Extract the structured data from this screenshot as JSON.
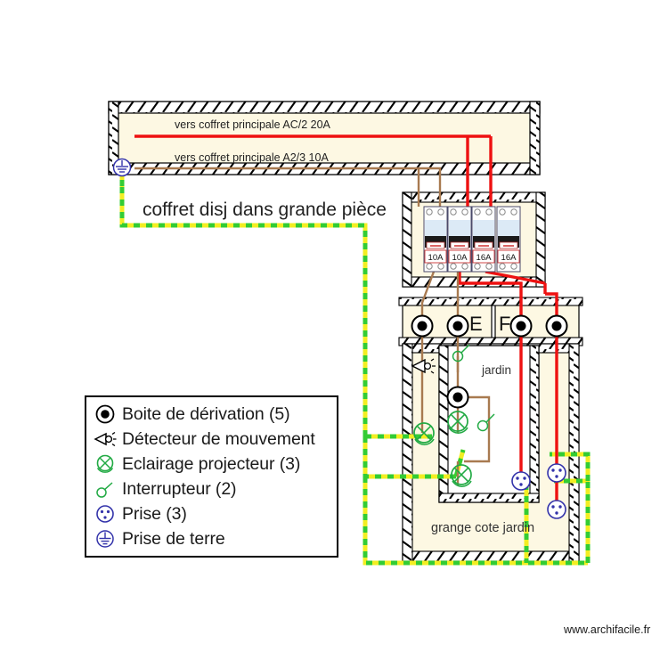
{
  "page": {
    "footer_url": "www.archifacile.fr",
    "bg_color": "#ffffff"
  },
  "colors": {
    "wire_red": "#ee1111",
    "wire_brown": "#a87a50",
    "wire_ground_green": "#33cc33",
    "wire_ground_yellow": "#f2ee22",
    "symbol_green": "#22aa44",
    "symbol_blue": "#3333aa",
    "room_fill": "#fdf8e3",
    "wall_stroke": "#000000"
  },
  "labels": {
    "coffret": "coffret disj dans grande pièce",
    "feed_ac": "vers coffret principale AC/2 20A",
    "feed_a23": "vers coffret principale A2/3 10A",
    "jardin": "jardin",
    "grange": "grange cote jardin",
    "box_E": "E",
    "box_F": "F"
  },
  "breaker_panel": {
    "breakers": [
      {
        "rating": "10A",
        "wire": "brown"
      },
      {
        "rating": "10A",
        "wire": "brown"
      },
      {
        "rating": "16A",
        "wire": "red"
      },
      {
        "rating": "16A",
        "wire": "red"
      }
    ]
  },
  "legend": {
    "items": [
      {
        "icon": "junction-box-icon",
        "label": "Boite de dérivation (5)"
      },
      {
        "icon": "motion-detector-icon",
        "label": "Détecteur de mouvement"
      },
      {
        "icon": "floodlight-icon",
        "label": "Eclairage projecteur (3)"
      },
      {
        "icon": "switch-icon",
        "label": "Interrupteur (2)"
      },
      {
        "icon": "socket-icon",
        "label": "Prise (3)"
      },
      {
        "icon": "earth-ground-icon",
        "label": "Prise de terre"
      }
    ]
  },
  "symbol_counts": {
    "junction_boxes": 5,
    "motion_detectors": 1,
    "floodlights": 3,
    "switches": 2,
    "sockets": 3,
    "earth_grounds": 1
  }
}
